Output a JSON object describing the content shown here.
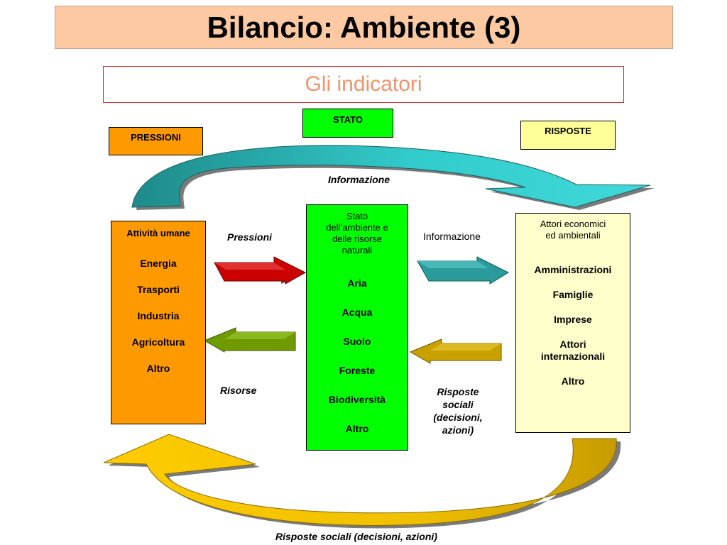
{
  "slide": {
    "title": "Bilancio: Ambiente (3)",
    "subtitle": "Gli indicatori"
  },
  "headers": {
    "pressioni": "PRESSIONI",
    "stato": "STATO",
    "risposte": "RISPOSTE"
  },
  "columns": {
    "pressioni": {
      "heading": "Attività umane",
      "items": [
        "Energia",
        "Trasporti",
        "Industria",
        "Agricoltura",
        "Altro"
      ]
    },
    "stato": {
      "heading_lines": [
        "Stato",
        "dell’ambiente e",
        "delle risorse",
        "naturali"
      ],
      "items": [
        "Aria",
        "Acqua",
        "Suolo",
        "Foreste",
        "Biodiversità",
        "Altro"
      ]
    },
    "risposte": {
      "heading_lines": [
        "Attori economici",
        "ed ambientali"
      ],
      "items": [
        "Amministrazioni",
        "Famiglie",
        "Imprese",
        "Attori",
        "internazionali",
        "Altro"
      ]
    }
  },
  "labels": {
    "informazione_top": "Informazione",
    "pressioni": "Pressioni",
    "informazione": "Informazione",
    "risorse": "Risorse",
    "risposte_mid_lines": [
      "Risposte",
      "sociali",
      "(decisioni,",
      "azioni)"
    ],
    "risposte_bottom": "Risposte sociali (decisioni, azioni)"
  },
  "colors": {
    "title_bg": "#fdc9a3",
    "pressioni": "#ff9900",
    "stato": "#00ff00",
    "risposte": "#ffff99",
    "arrow_red": "#cc0000",
    "arrow_teal": "#2a9a9a",
    "arrow_olive": "#6f9a00",
    "arrow_gold": "#c8a000",
    "arc_top": "#33cccc",
    "arc_bottom": "#ffcc00"
  }
}
